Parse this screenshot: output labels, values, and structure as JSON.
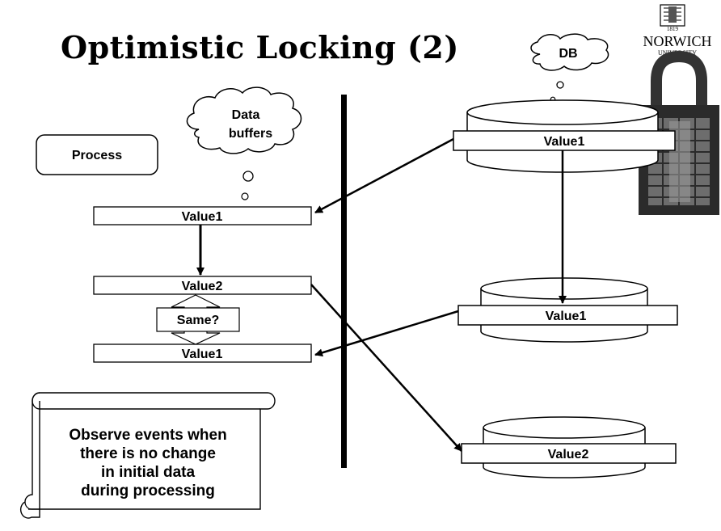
{
  "title": "Optimistic Locking (2)",
  "clouds": {
    "db": "DB",
    "buffers_line1": "Data",
    "buffers_line2": "buffers"
  },
  "process_label": "Process",
  "left_boxes": {
    "top": "Value1",
    "middle": "Value2",
    "bottom": "Value1"
  },
  "compare_label": "Same?",
  "db_records": {
    "first": "Value1",
    "second": "Value1",
    "third": "Value2"
  },
  "note_lines": [
    "Observe events when",
    "there is no change",
    "in initial data",
    "during processing"
  ],
  "logo": {
    "line1": "NORWICH",
    "line2": "UNIVERSITY",
    "year": "1819"
  },
  "colors": {
    "ink": "#000000",
    "background": "#ffffff",
    "lock_body": "#2b2b2b",
    "lock_shackle": "#333333"
  }
}
